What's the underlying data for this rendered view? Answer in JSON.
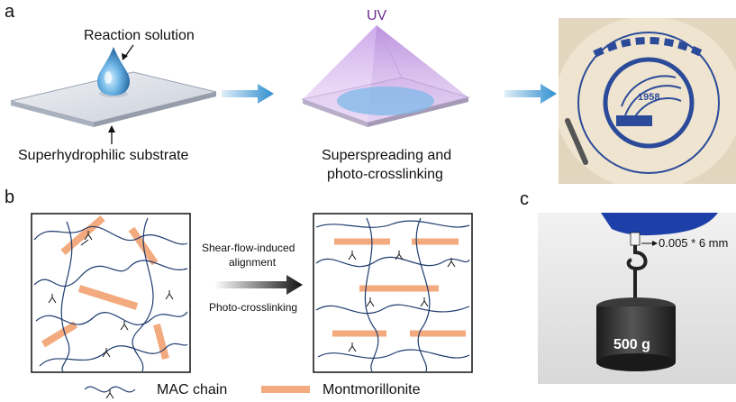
{
  "panels": {
    "a": {
      "letter": "a",
      "drop_label": "Reaction solution",
      "substrate_label": "Superhydrophilic substrate",
      "uv_label": "UV",
      "spread_label_line1": "Superspreading and",
      "spread_label_line2": "photo-crosslinking",
      "photo_year": "1958"
    },
    "b": {
      "letter": "b",
      "step1_line1": "Shear-flow-induced",
      "step1_line2": "alignment",
      "step2": "Photo-crosslinking",
      "legend_chain": "MAC chain",
      "legend_clay": "Montmorillonite"
    },
    "c": {
      "letter": "c",
      "dimension": "0.005 * 6 mm",
      "weight": "500 g"
    }
  },
  "colors": {
    "clay": "#f2aa7e",
    "chain": "#1f3b6e",
    "arrow_blue": "#2f8fd0",
    "uv_purple": "#6b2c91",
    "logo_blue": "#2b4b9a"
  }
}
